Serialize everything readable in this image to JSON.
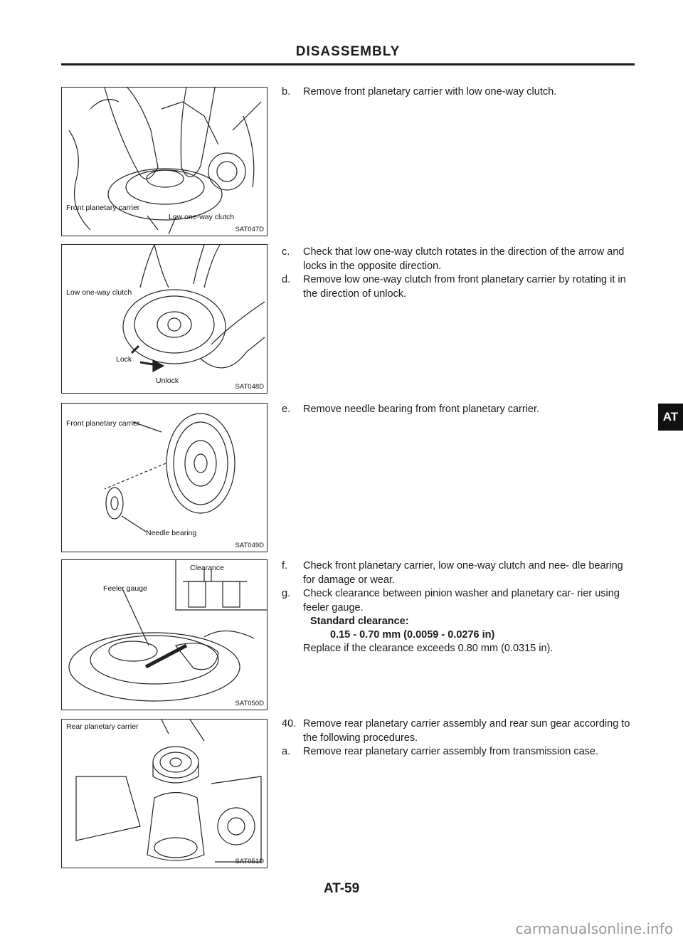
{
  "header": {
    "title": "DISASSEMBLY"
  },
  "figures": [
    {
      "labels": [
        "Front planetary carrier",
        "Low one-way clutch"
      ],
      "code": "SAT047D"
    },
    {
      "labels": [
        "Low one-way clutch",
        "Lock",
        "Unlock"
      ],
      "code": "SAT048D"
    },
    {
      "labels": [
        "Front planetary carrier",
        "Needle bearing"
      ],
      "code": "SAT049D"
    },
    {
      "labels": [
        "Feeler gauge",
        "Clearance"
      ],
      "code": "SAT050D"
    },
    {
      "labels": [
        "Rear planetary carrier"
      ],
      "code": "SAT051D"
    }
  ],
  "steps": {
    "b": {
      "marker": "b.",
      "text": "Remove front planetary carrier with low one-way clutch."
    },
    "c": {
      "marker": "c.",
      "text": "Check that low one-way clutch rotates in the direction of the arrow and locks in the opposite direction."
    },
    "d": {
      "marker": "d.",
      "text": "Remove low one-way clutch from front planetary carrier by rotating it in the direction of unlock."
    },
    "e": {
      "marker": "e.",
      "text": "Remove needle bearing from front planetary carrier."
    },
    "f": {
      "marker": "f.",
      "text": "Check front planetary carrier, low one-way clutch and nee- dle bearing for damage or wear."
    },
    "g": {
      "marker": "g.",
      "text": "Check clearance between pinion washer and planetary car- rier using feeler gauge."
    },
    "g_std_label": "Standard clearance:",
    "g_std_value": "0.15 - 0.70 mm (0.0059 - 0.0276 in)",
    "g_replace": "Replace if the clearance exceeds 0.80 mm (0.0315 in).",
    "s40": {
      "marker": "40.",
      "text": "Remove rear planetary carrier assembly and rear sun gear according to the following procedures."
    },
    "a": {
      "marker": "a.",
      "text": "Remove rear planetary carrier assembly from transmission case."
    }
  },
  "side_tab": "AT",
  "footer": {
    "page_number": "AT-59",
    "watermark": "carmanualsonline.info"
  }
}
